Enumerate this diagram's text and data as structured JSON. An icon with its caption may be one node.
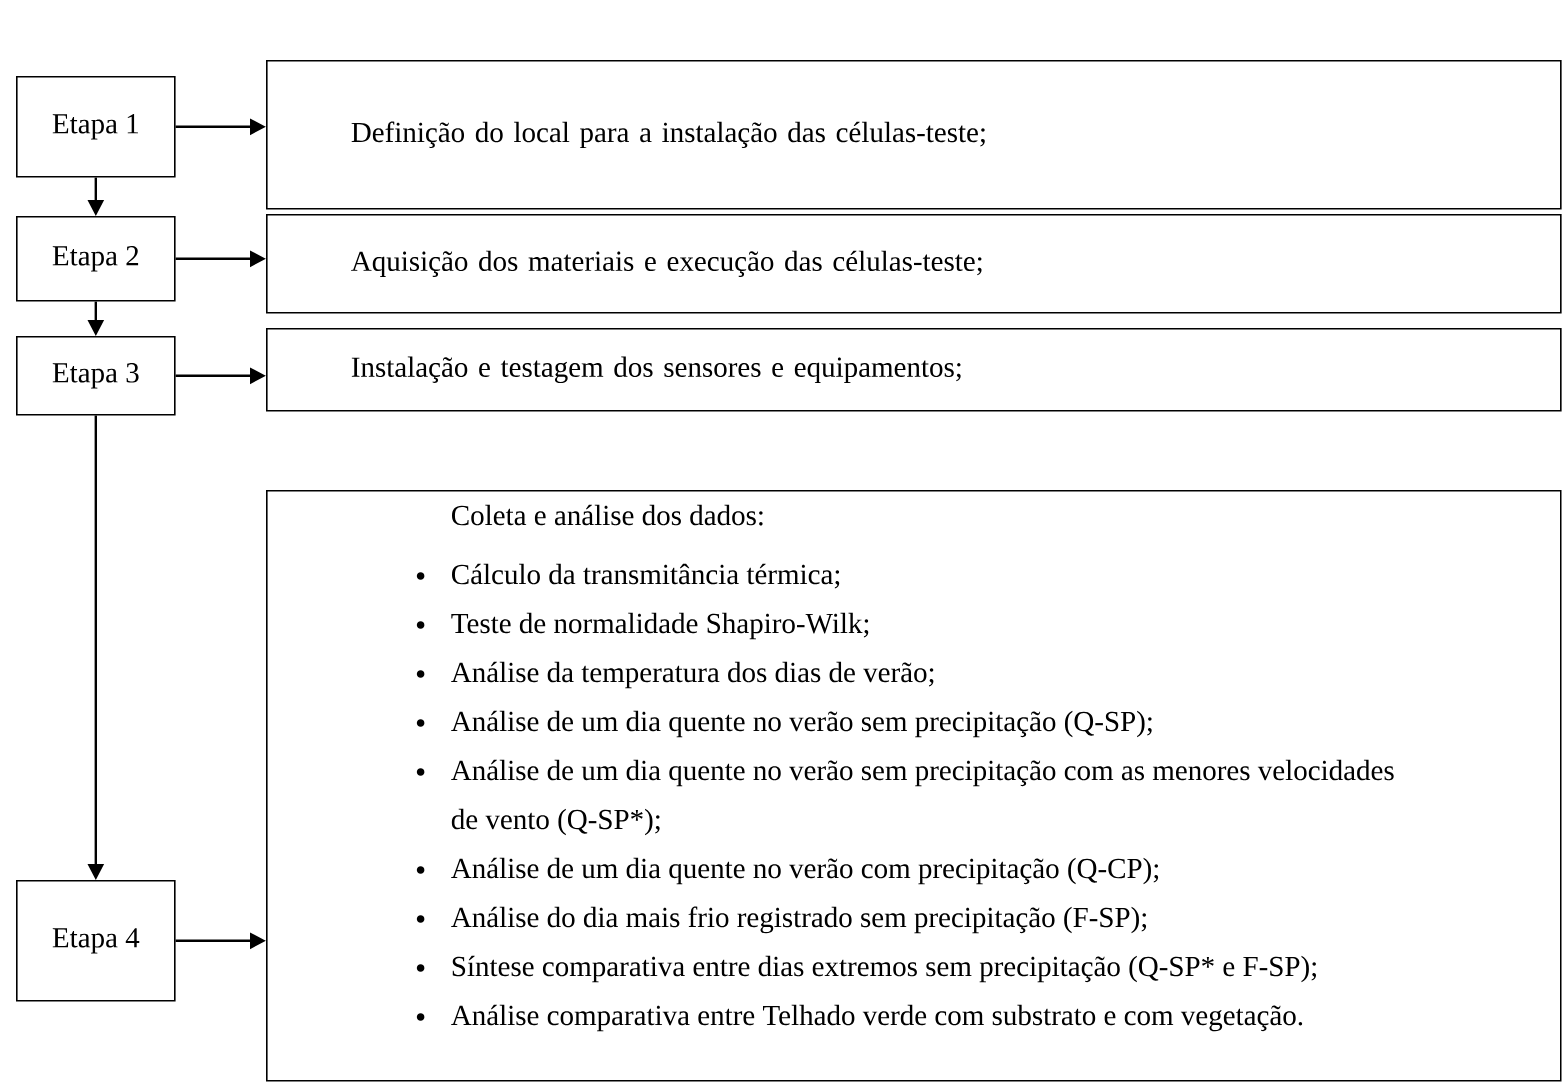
{
  "diagram": {
    "nodes": [
      {
        "text": [
          "Etapa 1"
        ]
      },
      {
        "text": [
          "Etapa 2"
        ]
      },
      {
        "text": [
          "Etapa 3"
        ]
      },
      {
        "text": [
          "Etapa 4"
        ]
      },
      {
        "text": [
          "Definição do local para a instalação das células-teste;"
        ]
      },
      {
        "text": [
          "Aquisição dos materiais e execução das células-teste;"
        ]
      },
      {
        "text": [
          "Instalação e testagem dos sensores e equipamentos;"
        ]
      },
      {
        "text": [
          "Coleta e análise dos dados:",
          "Cálculo da transmitância térmica;",
          "Teste de normalidade Shapiro-Wilk;",
          "Análise da temperatura dos dias de verão;",
          "Análise de um dia quente no verão sem precipitação (Q-SP);",
          "Análise de um dia quente no verão sem precipitação com as menores velocidades de vento (Q-SP*);",
          "Análise de um dia quente no verão com precipitação (Q-CP);",
          "Análise do dia mais frio registrado sem precipitação (F-SP);",
          "Síntese comparativa entre dias extremos sem precipitação (Q-SP* e F-SP);",
          "Análise comparativa entre Telhado verde com substrato e com vegetação."
        ]
      }
    ],
    "edges": [
      {
        "from": 0,
        "to": 1,
        "arrow": "to"
      },
      {
        "from": 1,
        "to": 2,
        "arrow": "to"
      },
      {
        "from": 2,
        "to": 3,
        "arrow": "to"
      },
      {
        "from": 0,
        "to": 4,
        "arrow": "to"
      },
      {
        "from": 1,
        "to": 5,
        "arrow": "to"
      },
      {
        "from": 2,
        "to": 6,
        "arrow": "to"
      },
      {
        "from": 3,
        "to": 7,
        "arrow": "to"
      }
    ]
  }
}
